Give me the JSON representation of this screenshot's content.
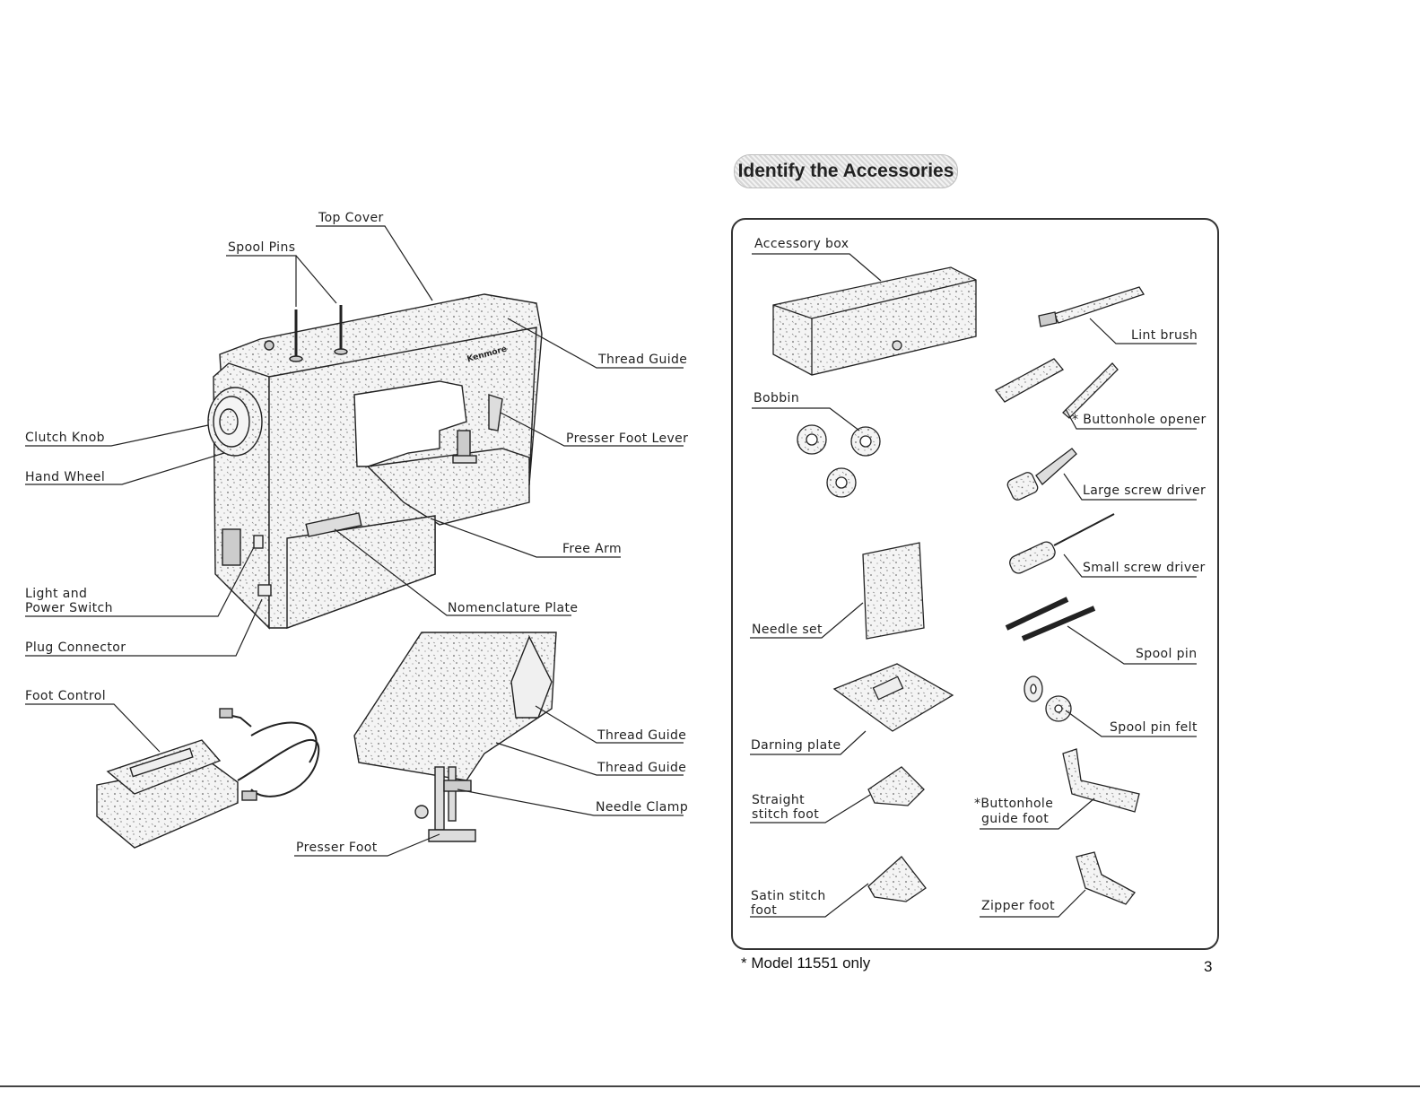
{
  "machine_labels": {
    "top_cover": "Top Cover",
    "spool_pins": "Spool Pins",
    "thread_guide_top": "Thread Guide",
    "clutch_knob": "Clutch Knob",
    "presser_foot_lever": "Presser Foot Lever",
    "hand_wheel": "Hand Wheel",
    "free_arm": "Free Arm",
    "light_and": "Light and",
    "power_switch": "Power Switch",
    "nomenclature_plate": "Nomenclature Plate",
    "plug_connector": "Plug Connector",
    "foot_control": "Foot Control",
    "thread_guide_1": "Thread Guide",
    "thread_guide_2": "Thread Guide",
    "needle_clamp": "Needle Clamp",
    "presser_foot": "Presser Foot",
    "brand_mark": "Kenmore"
  },
  "accessories": {
    "title": "Identify the Accessories",
    "accessory_box": "Accessory box",
    "bobbin": "Bobbin",
    "lint_brush": "Lint brush",
    "buttonhole_opener": "* Buttonhole opener",
    "large_screw_driver": "Large screw driver",
    "small_screw_driver": "Small screw driver",
    "needle_set": "Needle set",
    "spool_pin": "Spool pin",
    "darning_plate": "Darning plate",
    "spool_pin_felt": "Spool pin felt",
    "straight_1": "Straight",
    "straight_2": "stitch foot",
    "buttonhole_guide_1": "*Buttonhole",
    "buttonhole_guide_2": "guide foot",
    "satin_1": "Satin stitch",
    "satin_2": "foot",
    "zipper_foot": "Zipper foot"
  },
  "footnote": "* Model 11551 only",
  "page_number": "3"
}
